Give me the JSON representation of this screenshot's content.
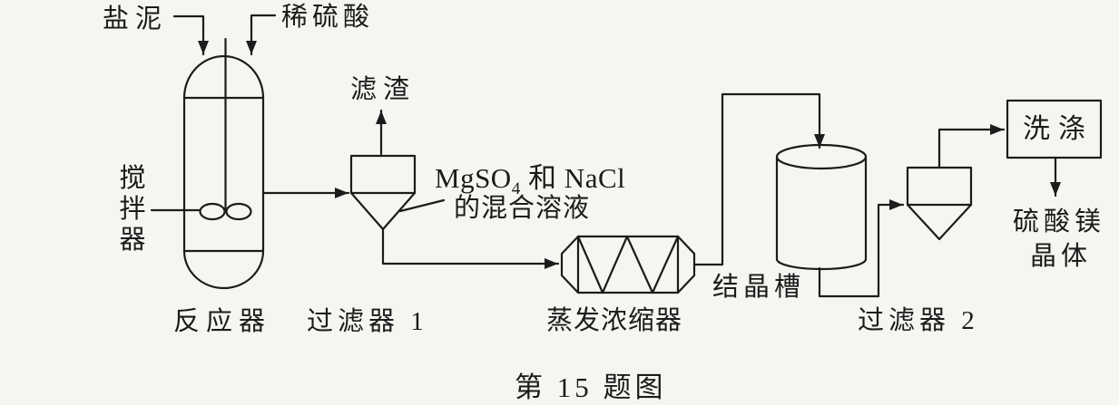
{
  "figure": {
    "caption": "第 15 题图",
    "ink_color": "#1c1c1c",
    "background_color": "#f6f5f1"
  },
  "diagram": {
    "inputs": {
      "salt_mud": "盐泥",
      "dilute_acid": "稀硫酸"
    },
    "reactor": {
      "label": "反应器",
      "stirrer_label": "搅拌器"
    },
    "filter1": {
      "label": "过滤器 1",
      "residue_label": "滤渣"
    },
    "stream": {
      "formula_prefix": "MgSO",
      "formula_sub": "4",
      "formula_suffix": " 和 NaCl",
      "line2": "的混合溶液"
    },
    "evaporator": {
      "label": "蒸发浓缩器"
    },
    "tank": {
      "label": "结晶槽"
    },
    "filter2": {
      "label": "过滤器 2"
    },
    "washing": {
      "label": "洗涤"
    },
    "product": {
      "line1": "硫酸镁",
      "line2": "晶体"
    }
  }
}
